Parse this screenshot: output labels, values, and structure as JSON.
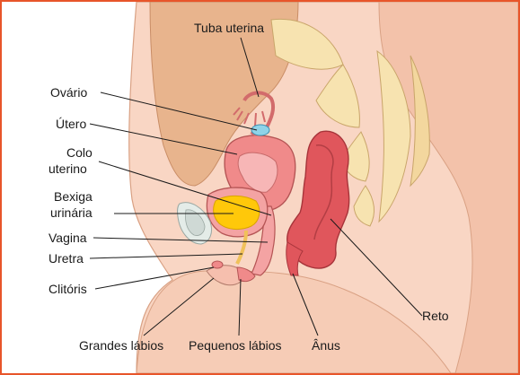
{
  "diagram": {
    "labels": {
      "tuba_uterina": "Tuba uterina",
      "ovario": "Ovário",
      "utero": "Útero",
      "colo_line1": "Colo",
      "colo_line2": "uterino",
      "bexiga_line1": "Bexiga",
      "bexiga_line2": "urinária",
      "vagina": "Vagina",
      "uretra": "Uretra",
      "clitoris": "Clitóris",
      "grandes_labios": "Grandes lábios",
      "pequenos_labios": "Pequenos lábios",
      "anus": "Ânus",
      "reto": "Reto"
    },
    "colors": {
      "frame": "#e8552a",
      "skin": "#f9d6c4",
      "skin_dark": "#ecb39a",
      "abdomen": "#e9b58e",
      "uterus": "#f08a8a",
      "uterus_inner": "#f7b6b6",
      "rectum": "#e0565c",
      "bladder_urine": "#ffc80a",
      "bone": "#f7e3b0",
      "ovary": "#8fd3e8"
    }
  }
}
